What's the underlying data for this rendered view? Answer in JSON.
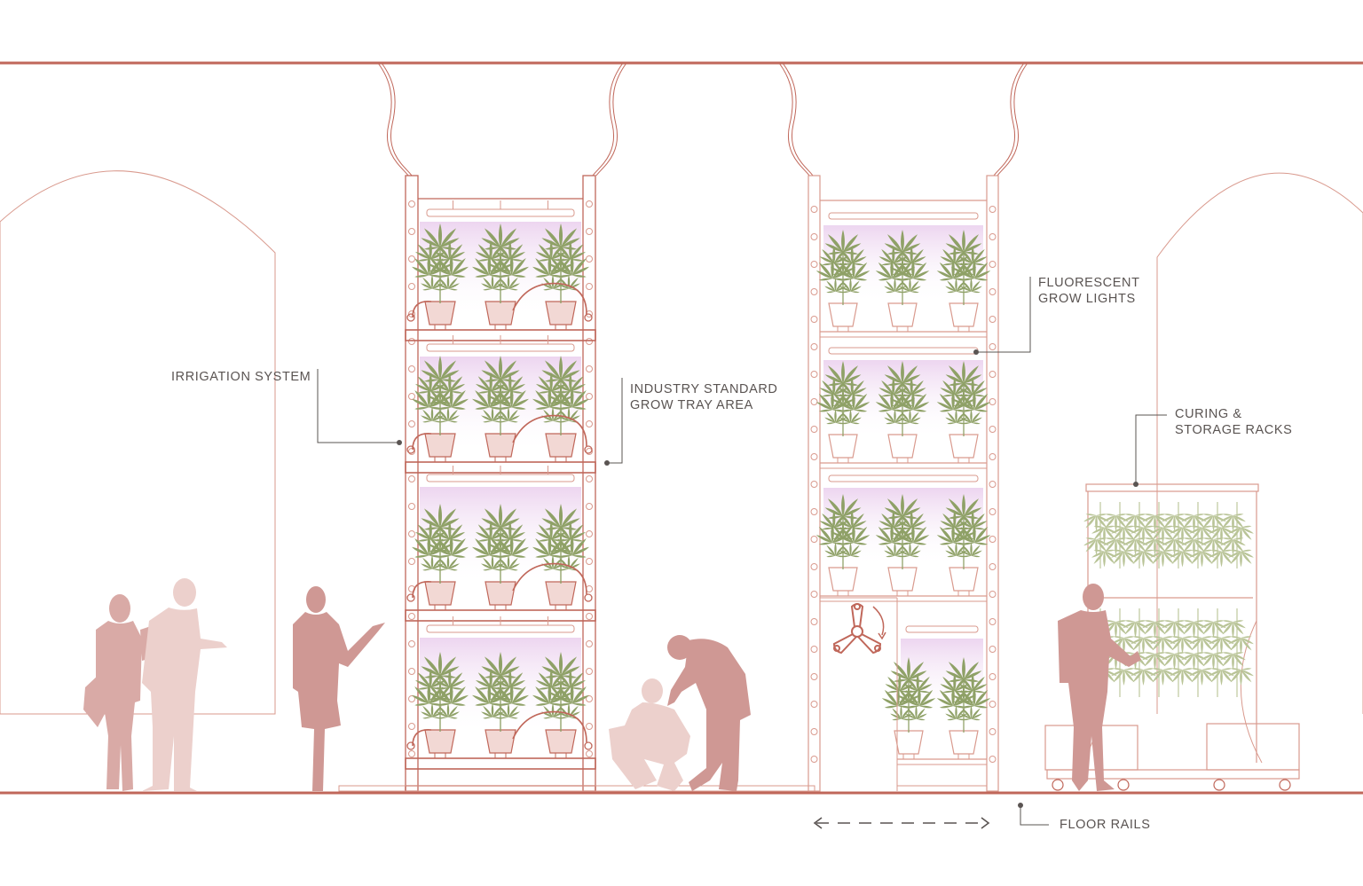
{
  "labels": {
    "irrigation": "IRRIGATION SYSTEM",
    "grow_tray_1": "INDUSTRY STANDARD",
    "grow_tray_2": "GROW TRAY AREA",
    "fluorescent_1": "FLUORESCENT",
    "fluorescent_2": "GROW LIGHTS",
    "curing_1": "CURING &",
    "curing_2": "STORAGE RACKS",
    "floor_rails": "FLOOR RAILS"
  },
  "colors": {
    "line": "#c0675a",
    "thin": "#d99a8e",
    "person_dark": "#cf9894",
    "person_mid": "#d9aaa6",
    "person_light": "#ecd0cc",
    "leaf": "#8fa167",
    "leaf_light": "#b9c497",
    "pot": "#f2d8d4",
    "glow": "#f1e0f3",
    "callout": "#5a5452"
  },
  "icons": {
    "crank": "crank-wheel-icon",
    "rail_arrow": "double-arrow-icon"
  }
}
